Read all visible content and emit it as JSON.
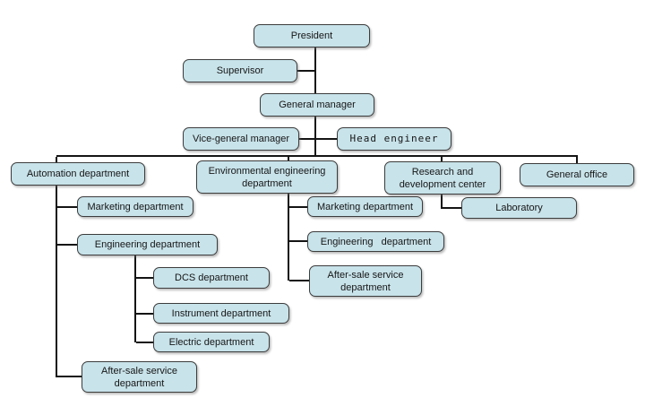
{
  "org_chart": {
    "colors": {
      "node_fill": "#c8e3ea",
      "node_border": "#3c3c3c",
      "connector": "#141414",
      "text": "#161616",
      "background": "#ffffff"
    },
    "nodes": {
      "president": {
        "label": "President"
      },
      "supervisor": {
        "label": "Supervisor"
      },
      "general_manager": {
        "label": "General manager"
      },
      "vice_general_manager": {
        "label": "Vice-general manager"
      },
      "head_engineer": {
        "label": "Head engineer"
      },
      "automation": {
        "label": "Automation department"
      },
      "env": {
        "label": "Environmental engineering\ndepartment"
      },
      "rnd": {
        "label": "Research and\ndevelopment center"
      },
      "general_office": {
        "label": "General office"
      },
      "marketing_auto": {
        "label": "Marketing department"
      },
      "engineering_auto": {
        "label": "Engineering department"
      },
      "dcs": {
        "label": "DCS department"
      },
      "instrument": {
        "label": "Instrument department"
      },
      "electric": {
        "label": "Electric department"
      },
      "aftersale_auto": {
        "label": "After-sale service\ndepartment"
      },
      "marketing_env": {
        "label": "Marketing department"
      },
      "engineering_env": {
        "label": "Engineering   department"
      },
      "aftersale_env": {
        "label": "After-sale service\ndepartment"
      },
      "laboratory": {
        "label": "Laboratory"
      }
    },
    "edges": [
      {
        "from": "president",
        "to": "supervisor"
      },
      {
        "from": "president",
        "to": "general_manager"
      },
      {
        "from": "general_manager",
        "to": "vice_general_manager"
      },
      {
        "from": "general_manager",
        "to": "head_engineer"
      },
      {
        "from": "general_manager",
        "to": "automation"
      },
      {
        "from": "general_manager",
        "to": "env"
      },
      {
        "from": "general_manager",
        "to": "rnd"
      },
      {
        "from": "general_manager",
        "to": "general_office"
      },
      {
        "from": "automation",
        "to": "marketing_auto"
      },
      {
        "from": "automation",
        "to": "engineering_auto"
      },
      {
        "from": "engineering_auto",
        "to": "dcs"
      },
      {
        "from": "engineering_auto",
        "to": "instrument"
      },
      {
        "from": "engineering_auto",
        "to": "electric"
      },
      {
        "from": "automation",
        "to": "aftersale_auto"
      },
      {
        "from": "env",
        "to": "marketing_env"
      },
      {
        "from": "env",
        "to": "engineering_env"
      },
      {
        "from": "env",
        "to": "aftersale_env"
      },
      {
        "from": "rnd",
        "to": "laboratory"
      }
    ]
  }
}
